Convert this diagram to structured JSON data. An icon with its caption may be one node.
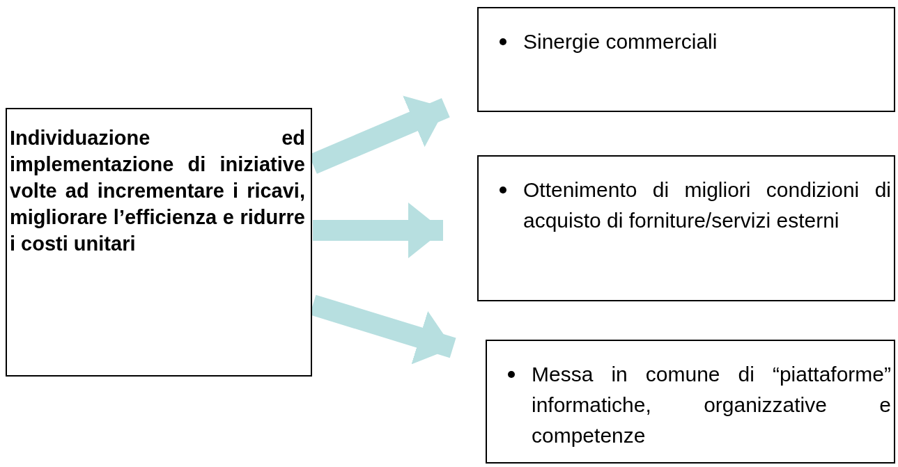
{
  "diagram": {
    "nodes": [
      {
        "text": [
          "Individuazione ed implementazione di iniziative volte ad incrementare i ricavi, migliorare l’efficienza e ridurre i costi unitari"
        ]
      },
      {
        "text": [
          "Sinergie commerciali"
        ]
      },
      {
        "text": [
          "Ottenimento di migliori condizioni di acquisto di forniture/servizi esterni"
        ]
      },
      {
        "text": [
          "Messa in comune di “piattaforme” informatiche, organizzative e competenze"
        ]
      }
    ],
    "edges": [
      {
        "from": 0,
        "to": 1,
        "arrow": "to"
      },
      {
        "from": 0,
        "to": 2,
        "arrow": "to"
      },
      {
        "from": 0,
        "to": 3,
        "arrow": "to"
      }
    ]
  }
}
